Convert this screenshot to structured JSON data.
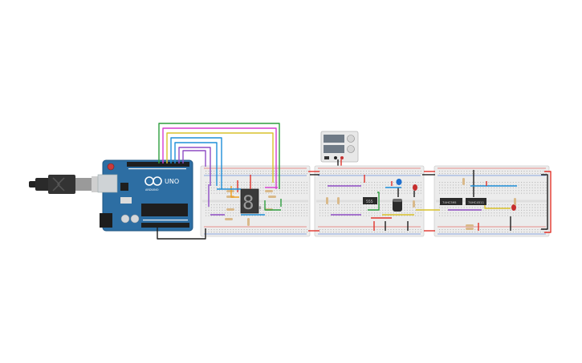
{
  "arduino": {
    "brand": "UNO",
    "logo_text": "ARDUINO",
    "colors": {
      "board": "#2d6ea3",
      "board_dark": "#1f5581",
      "header": "#1e1e1e"
    }
  },
  "seven_segment": {
    "digit": "8."
  },
  "ic": {
    "label": "555"
  },
  "shift_register": {
    "label_left": "74HC595",
    "label_right": "74HC4511"
  },
  "power_supply": {
    "colors": {
      "body": "#e8e8e8",
      "screen": "#6f7a86",
      "knob": "#d6d6d6"
    }
  },
  "wire_colors": [
    "#2e9e3e",
    "#d63bd0",
    "#d9c22b",
    "#1e8fd8",
    "#8e4cc4",
    "#e0332b",
    "#1e1e1e",
    "#f0a020"
  ],
  "breadboard": {
    "colors": {
      "body": "#ececec",
      "rail_red": "#e0332b",
      "rail_blue": "#2b63d6"
    }
  }
}
